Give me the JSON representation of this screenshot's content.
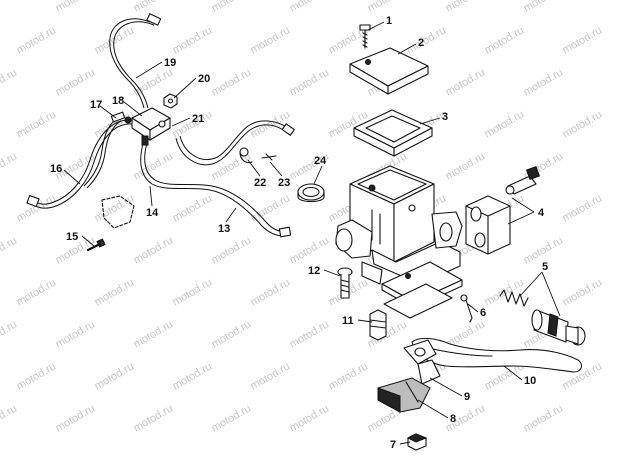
{
  "watermark": {
    "text": "motod.ru"
  },
  "callouts": {
    "c1": "1",
    "c2": "2",
    "c3": "3",
    "c4": "4",
    "c5": "5",
    "c6": "6",
    "c7": "7",
    "c8": "8",
    "c9": "9",
    "c10": "10",
    "c11": "11",
    "c12": "12",
    "c13": "13",
    "c14": "14",
    "c15": "15",
    "c16": "16",
    "c17": "17",
    "c18": "18",
    "c19": "19",
    "c20": "20",
    "c21": "21",
    "c22": "22",
    "c23": "23",
    "c24": "24"
  }
}
